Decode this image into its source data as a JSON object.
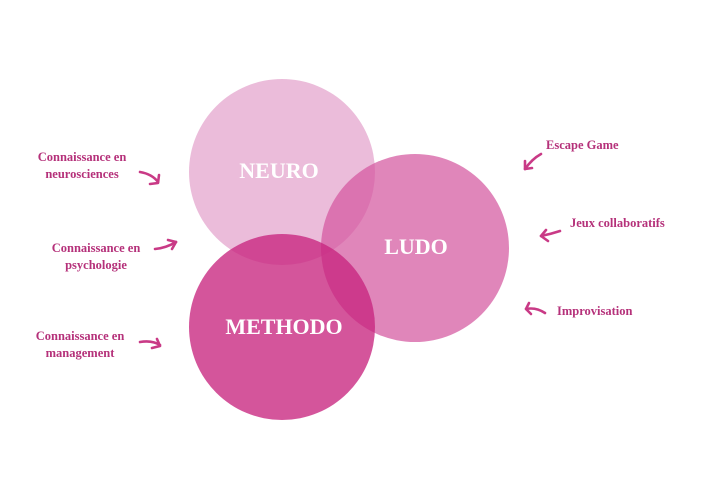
{
  "circles": {
    "neuro": {
      "title": "NEURO",
      "color": "#eab9d8"
    },
    "ludo": {
      "title": "LUDO",
      "color": "#d866a7"
    },
    "methodo": {
      "title": "METHODO",
      "color": "#cc3b8c"
    }
  },
  "left_labels": {
    "neurosciences": [
      "Connaissance en",
      "neurosciences"
    ],
    "psychologie": [
      "Connaissance en",
      "psychologie"
    ],
    "management": [
      "Connaissance en",
      "management"
    ]
  },
  "right_labels": {
    "escape": "Escape Game",
    "jeux": "Jeux collaboratifs",
    "impro": "Improvisation"
  },
  "colors": {
    "text": "#b5317a",
    "arrow": "#c93a86"
  }
}
